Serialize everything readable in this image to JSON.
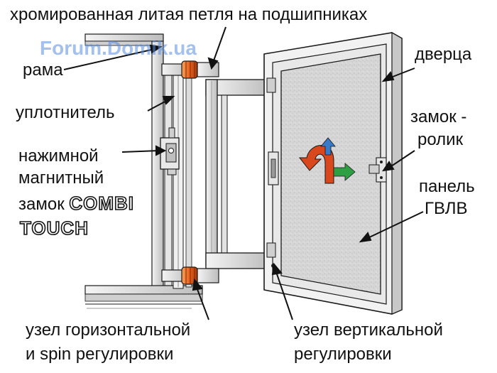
{
  "labels": {
    "top": "хромированная литая петля на подшипниках",
    "rama": "рама",
    "uplotnitel": "уплотнитель",
    "nazhimnoy": "нажимной",
    "magnitnyy": "магнитный",
    "zamok": "замок",
    "combi": "COMBI",
    "touch": "TOUCH",
    "dverca": "дверца",
    "zamok_rolik_1": "замок -",
    "zamok_rolik_2": "ролик",
    "panel_1": "панель",
    "panel_2": "ГВЛВ",
    "uzel_gor_1": "узел горизонтальной",
    "uzel_gor_2": "и spin регулировки",
    "uzel_vert_1": "узел вертикальной",
    "uzel_vert_2": "регулировки"
  },
  "watermark": "Forum.Domik.ua",
  "colors": {
    "frame": "#e6e6e6",
    "frame_dark": "#8a8a8a",
    "outline": "#1a1a1a",
    "panel": "#d4d4d4",
    "hinge_orange": "#e8601c",
    "arrow_red": "#d9471c",
    "arrow_blue": "#3a78c8",
    "arrow_green": "#2ea043",
    "watermark": "#5a8cdc"
  },
  "icons": [
    "curved-rotation-arrow-icon",
    "up-arrow-icon",
    "right-arrow-icon"
  ]
}
